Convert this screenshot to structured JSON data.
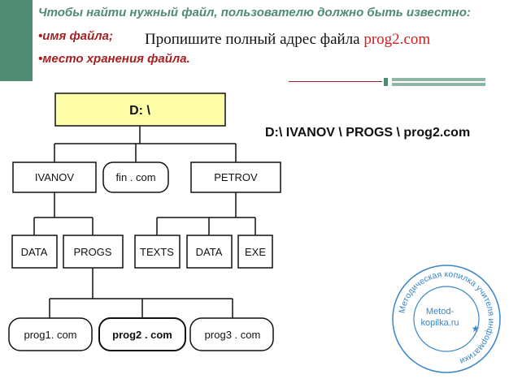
{
  "header": {
    "line1": "Чтобы найти нужный файл, пользователю должно быть известно:",
    "line2": "•имя файла;",
    "line3": "•место хранения файла."
  },
  "task": {
    "prefix": "Пропишите полный адрес файла ",
    "filename": "prog2.com"
  },
  "answer": "D:\\ IVANOV \\ PROGS \\ prog2.com",
  "tree": {
    "root": "D: \\",
    "level1": [
      "IVANOV",
      "fin . com",
      "PETROV"
    ],
    "ivanov_children": [
      "DATA",
      "PROGS"
    ],
    "petrov_children": [
      "TEXTS",
      "DATA",
      "EXE"
    ],
    "progs_children": [
      "prog1. com",
      "prog2 . com",
      "prog3 . com"
    ]
  },
  "stamp": {
    "center_line1": "Metod-",
    "center_line2": "kopilka.ru",
    "ring_text": "Методическая копилка учителя информатики"
  },
  "colors": {
    "accent_green": "#4f8a73",
    "accent_red": "#a52020",
    "root_fill": "#ffffa8",
    "stamp_blue": "#3a86c8"
  }
}
